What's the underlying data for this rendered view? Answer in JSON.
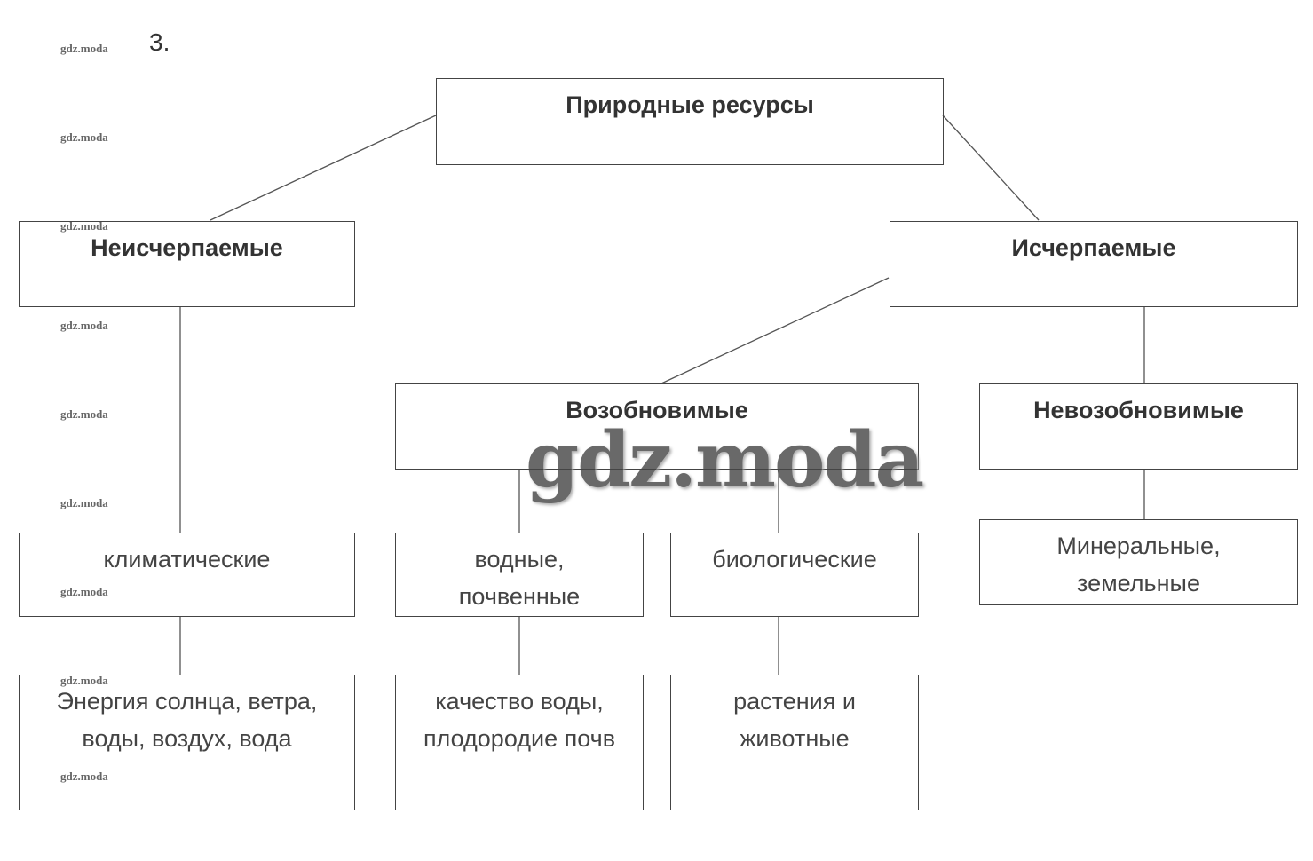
{
  "task_number": "3.",
  "watermark": "gdz.moda",
  "nodes": {
    "root": "Природные ресурсы",
    "inexhaustible": "Неисчерпаемые",
    "exhaustible": "Исчерпаемые",
    "renewable": "Возобновимые",
    "nonrenewable": "Невозобновимые",
    "climatic": "климатические",
    "water_soil": "водные, почвенные",
    "biological": "биологические",
    "mineral": "Минеральные, земельные",
    "energy": "Энергия солнца, ветра, воды, воздух, вода",
    "water_quality": "качество воды, плодородие почв",
    "plants": "растения и животные"
  }
}
